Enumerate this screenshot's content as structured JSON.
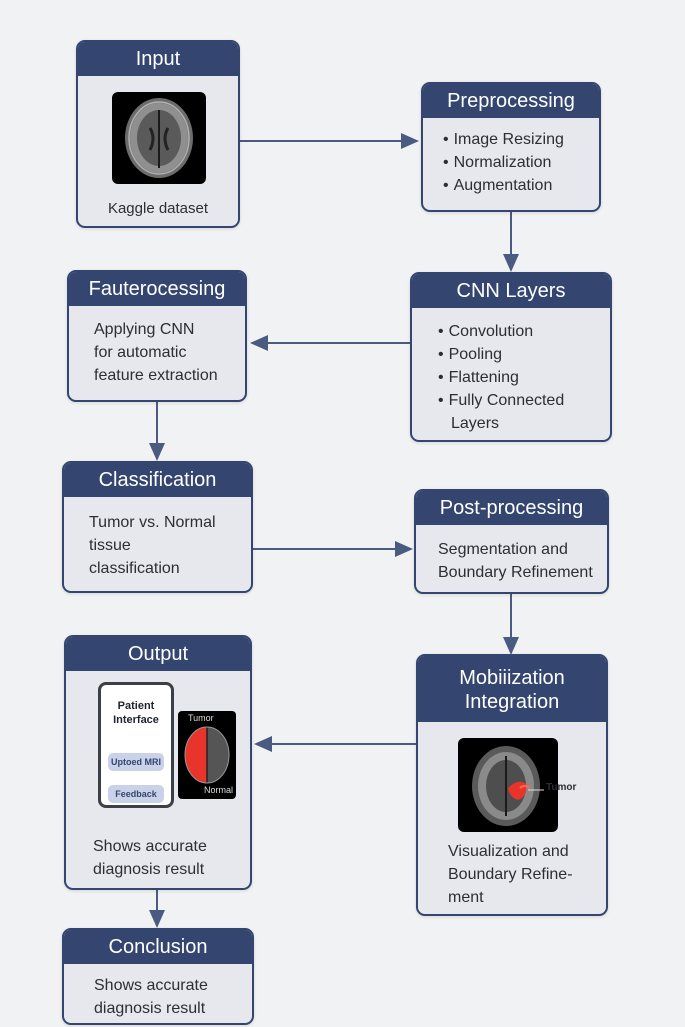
{
  "nodes": {
    "input": {
      "title": "Input",
      "caption": "Kaggle dataset"
    },
    "preprocessing": {
      "title": "Preprocessing",
      "items": [
        "Image Resizing",
        "Normalization",
        "Augmentation"
      ]
    },
    "feature": {
      "title": "Fauterocessing",
      "lines": [
        "Applying CNN",
        "for automatic",
        "feature extraction"
      ]
    },
    "cnn": {
      "title": "CNN Layers",
      "items": [
        "Convolution",
        "Pooling",
        "Flattening",
        "Fully Connected"
      ],
      "item_cont": "Layers"
    },
    "classification": {
      "title": "Classification",
      "lines": [
        "Tumor vs. Normal",
        "tissue",
        "classification"
      ]
    },
    "postprocessing": {
      "title": "Post-processing",
      "lines": [
        "Segmentation and",
        "Boundary Refinement"
      ]
    },
    "mobilization": {
      "title_lines": [
        "Mobiiization",
        "Integration"
      ],
      "tumor_label": "Tumor",
      "lines": [
        "Visualization and",
        "Boundary Refine-",
        "ment"
      ]
    },
    "output": {
      "title": "Output",
      "phone_title": [
        "Patient",
        "Interface"
      ],
      "upload_button": "Uptoed MRI",
      "feedback_button": "Feedback",
      "tumor_tag": "Tumor",
      "normal_tag": "Normal",
      "lines": [
        "Shows accurate",
        "diagnosis result"
      ]
    },
    "conclusion": {
      "title": "Conclusion",
      "lines": [
        "Shows accurate",
        "diagnosis result"
      ]
    }
  },
  "edges": [
    {
      "from": "Input",
      "to": "Preprocessing"
    },
    {
      "from": "Preprocessing",
      "to": "CNN Layers"
    },
    {
      "from": "CNN Layers",
      "to": "Fauterocessing"
    },
    {
      "from": "Fauterocessing",
      "to": "Classification"
    },
    {
      "from": "Classification",
      "to": "Post-processing"
    },
    {
      "from": "Post-processing",
      "to": "Mobiiization Integration"
    },
    {
      "from": "Mobiiization Integration",
      "to": "Output"
    },
    {
      "from": "Output",
      "to": "Conclusion"
    }
  ],
  "colors": {
    "header": "#34466f",
    "box_fill": "#e6e8ed",
    "arrow": "#4a5b82",
    "tumor": "#e8342a",
    "background": "#f1f2f4"
  }
}
